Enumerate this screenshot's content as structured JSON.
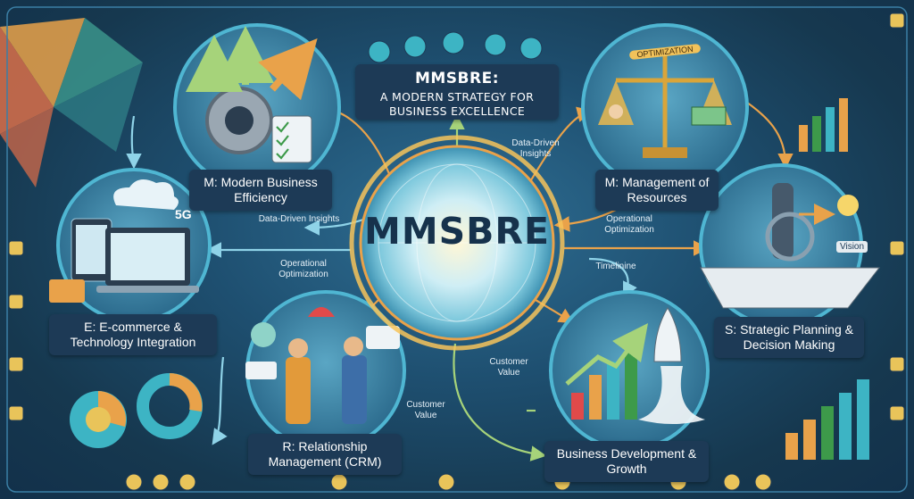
{
  "title": {
    "line1": "MMSBRE:",
    "line2": "A MODERN STRATEGY FOR BUSINESS EXCELLENCE"
  },
  "hub_label": "MMSBRE",
  "pillars": [
    {
      "key": "efficiency",
      "label": "M: Modern Business Efficiency"
    },
    {
      "key": "resources",
      "label": "M: Management of Resources"
    },
    {
      "key": "strategy",
      "label": "S: Strategic Planning & Decision Making"
    },
    {
      "key": "growth",
      "label": "Business Development & Growth"
    },
    {
      "key": "relationship",
      "label": "R: Relationship Management (CRM)"
    },
    {
      "key": "ecommerce",
      "label": "E: E-commerce & Technology Integration"
    }
  ],
  "flow_labels": {
    "data_driven_top": "Data-Driven Insights",
    "data_driven_left": "Data-Driven Insights",
    "operational_left": "Operational Optimization",
    "operational_right": "Operational Optimization",
    "timeline": "Timelinine",
    "customer_value_center": "Customer Value",
    "customer_value_bottom": "Customer Value"
  },
  "scene_text": {
    "optimization_banner": "OPTIMIZATION",
    "network": "5G",
    "vision": "Vision"
  },
  "colors": {
    "background": "#1e4f70",
    "label_box": "#1d3a56",
    "hub_glow": "#f6c35a",
    "arrow_orange": "#e9a24a",
    "arrow_green": "#a6d37a",
    "accent_teal": "#3db4c4"
  }
}
